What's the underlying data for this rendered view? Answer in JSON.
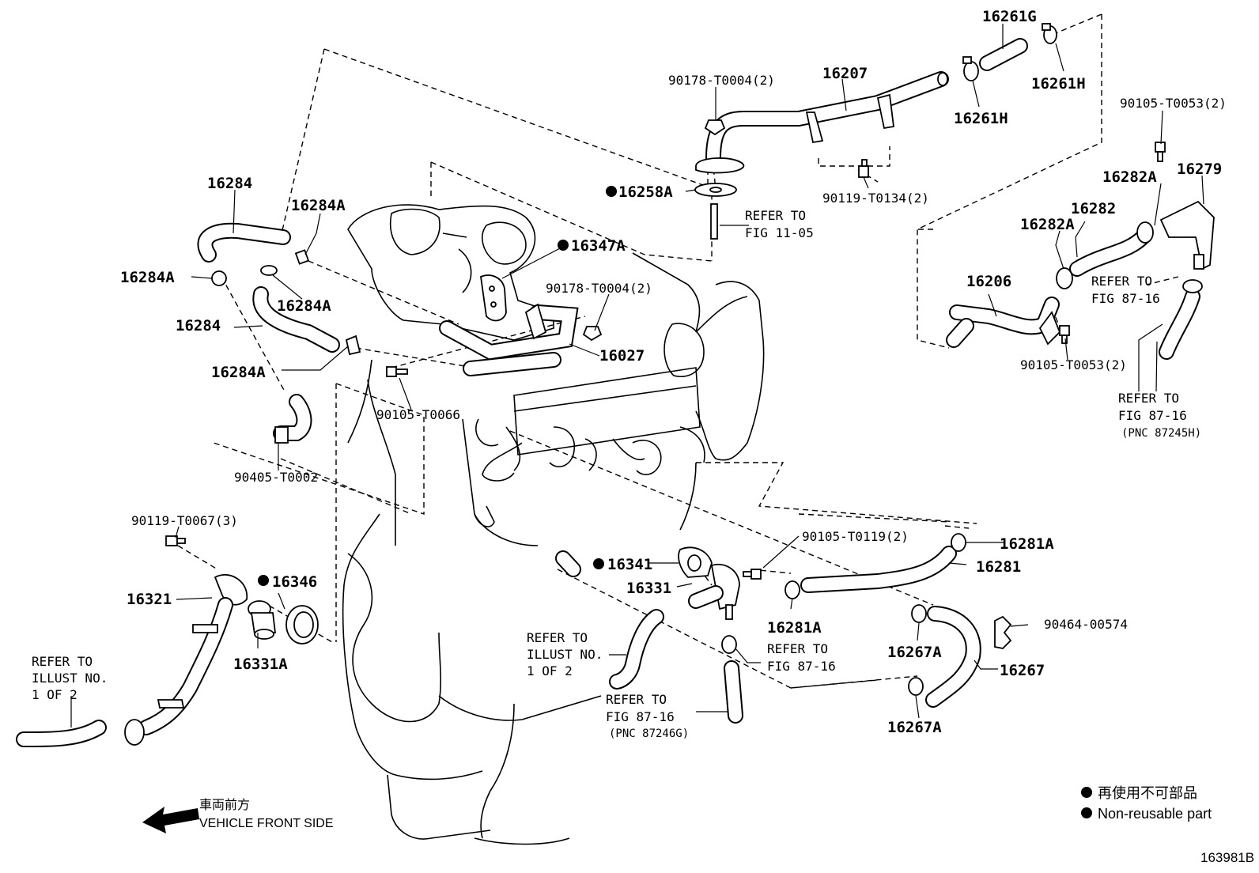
{
  "parts": {
    "p16261G": "16261G",
    "p16207": "16207",
    "p16261H_a": "16261H",
    "p16261H_b": "16261H",
    "p90178_a": "90178-T0004(2)",
    "p90105_53a": "90105-T0053(2)",
    "p16279": "16279",
    "p16282A_a": "16282A",
    "p16282": "16282",
    "p16282A_b": "16282A",
    "p16258A": "16258A",
    "p90119_134": "90119-T0134(2)",
    "p16284_a": "16284",
    "p16284A_a": "16284A",
    "p16284A_b": "16284A",
    "p16284A_c": "16284A",
    "p16284_b": "16284",
    "p16284A_d": "16284A",
    "p16347A": "16347A",
    "p90178_b": "90178-T0004(2)",
    "p16027": "16027",
    "p90105_66": "90105-T0066",
    "p90405": "90405-T0002",
    "p16206": "16206",
    "p90105_53b": "90105-T0053(2)",
    "p90119_67": "90119-T0067(3)",
    "p16321": "16321",
    "p16346": "16346",
    "p16331A": "16331A",
    "p16341": "16341",
    "p16331": "16331",
    "p90105_119": "90105-T0119(2)",
    "p16281A_a": "16281A",
    "p16281": "16281",
    "p16281A_b": "16281A",
    "p90464": "90464-00574",
    "p16267A_a": "16267A",
    "p16267": "16267",
    "p16267A_b": "16267A"
  },
  "refs": {
    "fig1105_l1": "REFER TO",
    "fig1105_l2": "FIG 11-05",
    "fig8716a_l1": "REFER TO",
    "fig8716a_l2": "FIG 87-16",
    "fig8716b_l1": "REFER TO",
    "fig8716b_l2": "FIG 87-16",
    "fig8716b_l3": "(PNC 87245H)",
    "illust_left_l1": "REFER TO",
    "illust_left_l2": "ILLUST NO.",
    "illust_left_l3": "1 OF 2",
    "illust_mid_l1": "REFER TO",
    "illust_mid_l2": "ILLUST NO.",
    "illust_mid_l3": "1 OF 2",
    "fig8716c_l1": "REFER TO",
    "fig8716c_l2": "FIG 87-16",
    "fig8716d_l1": "REFER TO",
    "fig8716d_l2": "FIG 87-16",
    "fig8716d_l3": "(PNC 87246G)"
  },
  "legend": {
    "jp": "再使用不可部品",
    "en": "Non-reusable part"
  },
  "direction": {
    "jp": "車両前方",
    "en": "VEHICLE FRONT SIDE"
  },
  "figure_id": "163981B"
}
